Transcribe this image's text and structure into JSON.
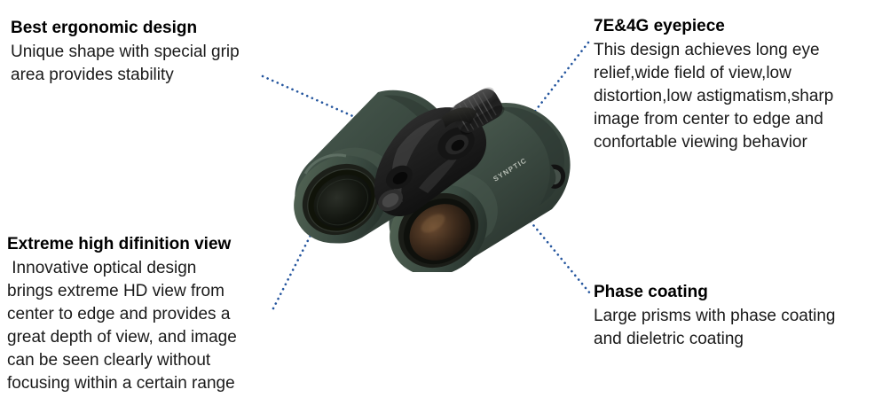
{
  "meta": {
    "product": "binoculars",
    "brand_mark": "SYNPTIC",
    "background_color": "#ffffff",
    "connector_color": "#24559E",
    "heading_color": "#000000",
    "body_color": "#1a1a1a"
  },
  "callouts": [
    {
      "id": "ergonomic",
      "heading": "Best ergonomic design",
      "lines": [
        "Unique shape with special grip",
        "area provides stability"
      ]
    },
    {
      "id": "eyepiece",
      "heading": "7E&4G eyepiece",
      "lines": [
        "This design achieves long eye",
        "relief,wide field of view,low",
        "distortion,low astigmatism,sharp",
        "image from center to edge and",
        "confortable viewing behavior"
      ]
    },
    {
      "id": "hd_view",
      "heading": "Extreme high difinition view",
      "lines": [
        " Innovative optical design",
        "brings extreme HD view from",
        "center to edge and provides a",
        "great depth of view, and image",
        "can be seen clearly without",
        "focusing within a certain range"
      ]
    },
    {
      "id": "phase_coating",
      "heading": "Phase coating",
      "lines": [
        "Large prisms with phase coating",
        "and dieletric coating"
      ]
    }
  ],
  "product_image": {
    "label": "green-roof-prism-binoculars",
    "body_color": "#3C4B43",
    "body_shadow_color": "#2A352F",
    "bridge_color": "#1C1C1C",
    "objective_left_lens_color": "#14150f",
    "objective_right_lens_color": "#4a3322",
    "focus_wheel_color": "#171717",
    "brand_text": "SYNPTIC"
  }
}
